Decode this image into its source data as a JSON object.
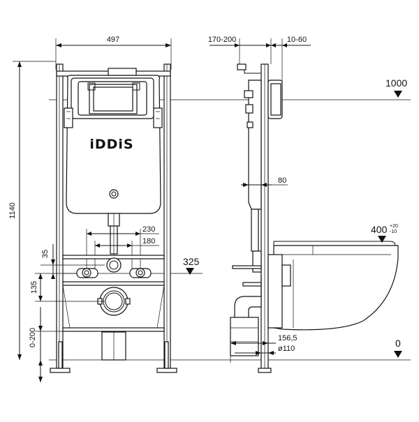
{
  "brand": "iDDiS",
  "front_view": {
    "width": "497",
    "height": "1140",
    "pipe_spacing_outer": "230",
    "pipe_spacing_inner": "180",
    "inlet_height": "35",
    "drain_offset": "135",
    "adjust_range": "0-200"
  },
  "side_view": {
    "depth_range": "170-200",
    "wall_gap": "10-60",
    "frame_depth": "80",
    "drain_offset": "156,5",
    "drain_diameter": "ø110"
  },
  "levels": {
    "top": "1000",
    "inlet": "325",
    "bowl": "400",
    "bowl_tol_plus": "+20",
    "bowl_tol_minus": "-10",
    "floor": "0"
  }
}
